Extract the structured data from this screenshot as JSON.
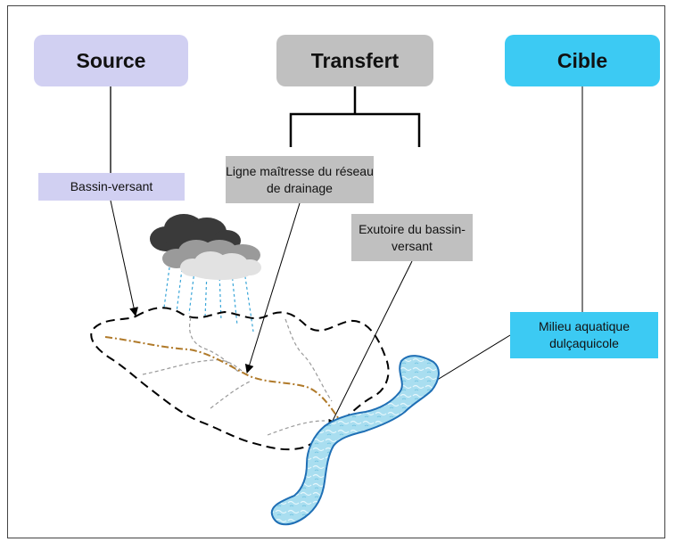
{
  "headers": {
    "source": "Source",
    "transfert": "Transfert",
    "cible": "Cible"
  },
  "labels": {
    "bassin_versant": "Bassin-versant",
    "ligne_maitresse": "Ligne maîtresse du réseau de drainage",
    "exutoire": "Exutoire du bassin-versant",
    "milieu_aquatique": "Milieu aquatique dulçaquicole"
  },
  "colors": {
    "source": "#d1d0f2",
    "transfert": "#c0c0c0",
    "cible": "#3ccaf3",
    "river": "#8fd6ea",
    "river_edge": "#1f6fb5",
    "main_channel": "#b07a2a",
    "rain": "#3aa6d8"
  }
}
